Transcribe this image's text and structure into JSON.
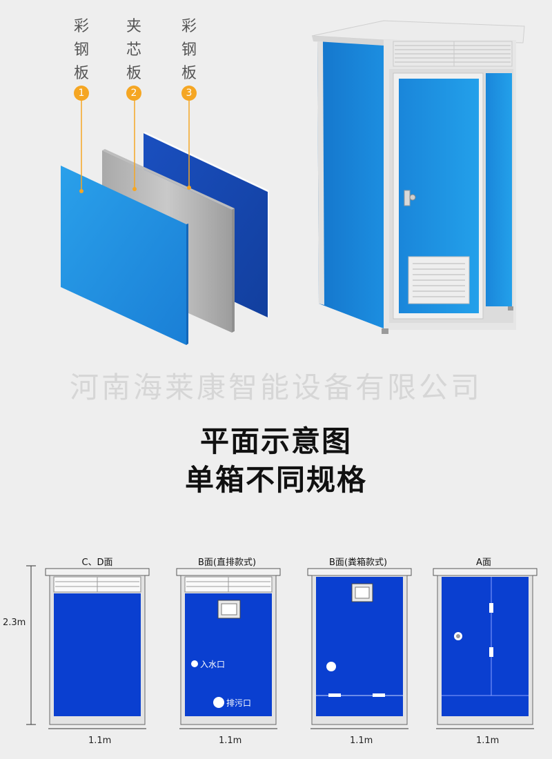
{
  "layers": [
    {
      "name": "彩钢板",
      "number": "1"
    },
    {
      "name": "夹芯板",
      "number": "2"
    },
    {
      "name": "彩钢板",
      "number": "3"
    }
  ],
  "watermark": "河南海莱康智能设备有限公司",
  "title": {
    "line1": "平面示意图",
    "line2": "单箱不同规格"
  },
  "height_label": "2.3m",
  "elevations": [
    {
      "label": "C、D面",
      "width_label": "1.1m"
    },
    {
      "label": "B面(直排款式)",
      "width_label": "1.1m",
      "inlet_label": "入水口",
      "outlet_label": "排污口"
    },
    {
      "label": "B面(粪箱款式)",
      "width_label": "1.1m"
    },
    {
      "label": "A面",
      "width_label": "1.1m"
    }
  ],
  "colors": {
    "panel_blue": "#0a3fd0",
    "light_blue": "#1e90e0",
    "badge_orange": "#f5a623",
    "frame_gray": "#cfcfcf"
  }
}
